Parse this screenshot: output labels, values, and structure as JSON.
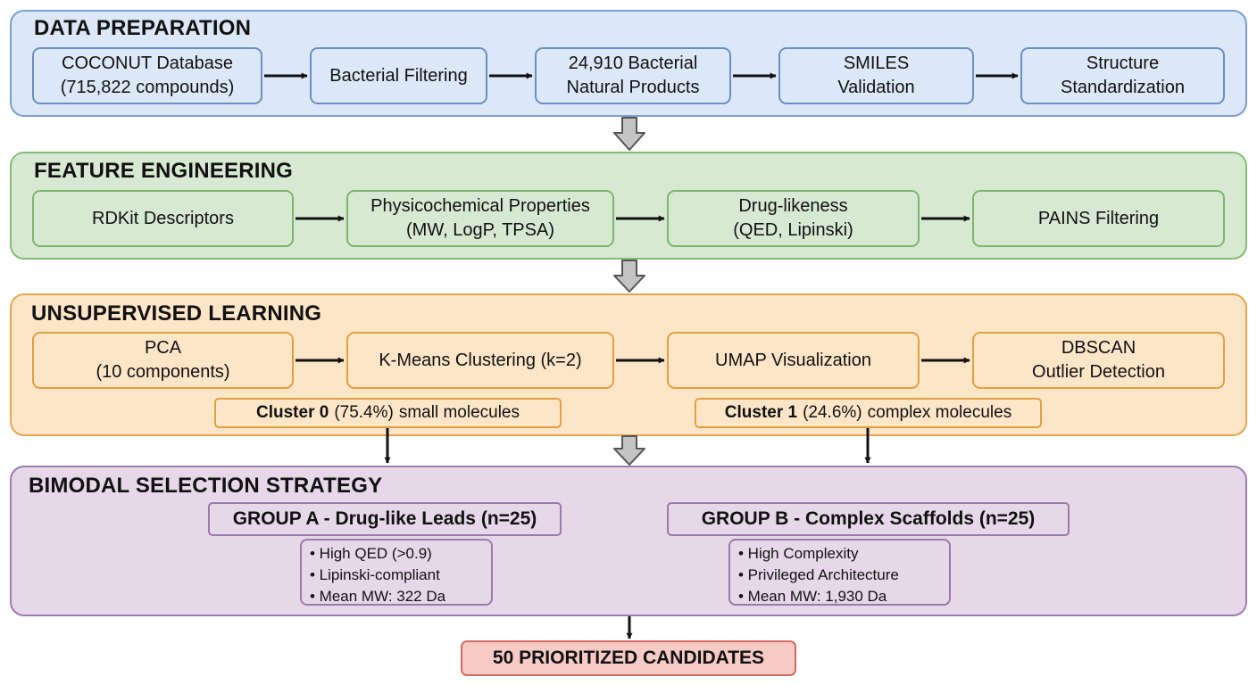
{
  "data_preparation": {
    "title": "DATA PREPARATION",
    "steps": [
      {
        "line1": "COCONUT Database",
        "line2": "(715,822 compounds)"
      },
      {
        "line1": "Bacterial Filtering",
        "line2": ""
      },
      {
        "line1": "24,910 Bacterial",
        "line2": "Natural Products"
      },
      {
        "line1": "SMILES",
        "line2": "Validation"
      },
      {
        "line1": "Structure",
        "line2": "Standardization"
      }
    ]
  },
  "feature_engineering": {
    "title": "FEATURE ENGINEERING",
    "steps": [
      {
        "line1": "RDKit Descriptors",
        "line2": ""
      },
      {
        "line1": "Physicochemical Properties",
        "line2": "(MW, LogP, TPSA)"
      },
      {
        "line1": "Drug-likeness",
        "line2": "(QED, Lipinski)"
      },
      {
        "line1": "PAINS Filtering",
        "line2": ""
      }
    ]
  },
  "unsupervised_learning": {
    "title": "UNSUPERVISED LEARNING",
    "steps": [
      {
        "line1": "PCA",
        "line2": "(10 components)"
      },
      {
        "line1": "K-Means Clustering (k=2)",
        "line2": ""
      },
      {
        "line1": "UMAP Visualization",
        "line2": ""
      },
      {
        "line1": "DBSCAN",
        "line2": "Outlier Detection"
      }
    ],
    "clusters": [
      {
        "name": "Cluster 0",
        "pct": "(75.4%)",
        "desc": "small molecules"
      },
      {
        "name": "Cluster 1",
        "pct": "(24.6%)",
        "desc": "complex molecules"
      }
    ]
  },
  "bimodal_selection": {
    "title": "BIMODAL SELECTION STRATEGY",
    "groups": [
      {
        "label": "GROUP A - Drug-like Leads (n=25)",
        "bullets": [
          "• High QED (>0.9)",
          "• Lipinski-compliant",
          "• Mean MW: 322 Da"
        ]
      },
      {
        "label": "GROUP B - Complex Scaffolds (n=25)",
        "bullets": [
          "• High Complexity",
          "• Privileged Architecture",
          "• Mean MW: 1,930 Da"
        ]
      }
    ]
  },
  "final_output": "50 PRIORITIZED CANDIDATES"
}
